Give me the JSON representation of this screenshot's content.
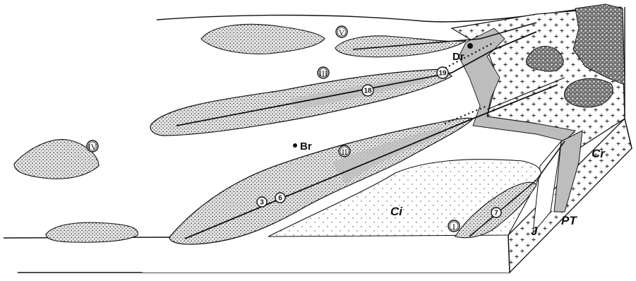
{
  "diagram": {
    "zone_markers": [
      "I",
      "II",
      "III",
      "IV",
      "V"
    ],
    "site_numbers": [
      "3",
      "6",
      "7",
      "18",
      "19"
    ],
    "unit_labels": {
      "ci": "Ci",
      "cr": "Cr",
      "j": "J",
      "pt": "PT",
      "dr": "Dr",
      "br": "Br"
    },
    "colors": {
      "ink": "#111111",
      "stipple_fill": "#d9d9d9",
      "gray_band": "#bdbdbd",
      "granite": "#7a7a7a",
      "paper": "#ffffff"
    }
  }
}
